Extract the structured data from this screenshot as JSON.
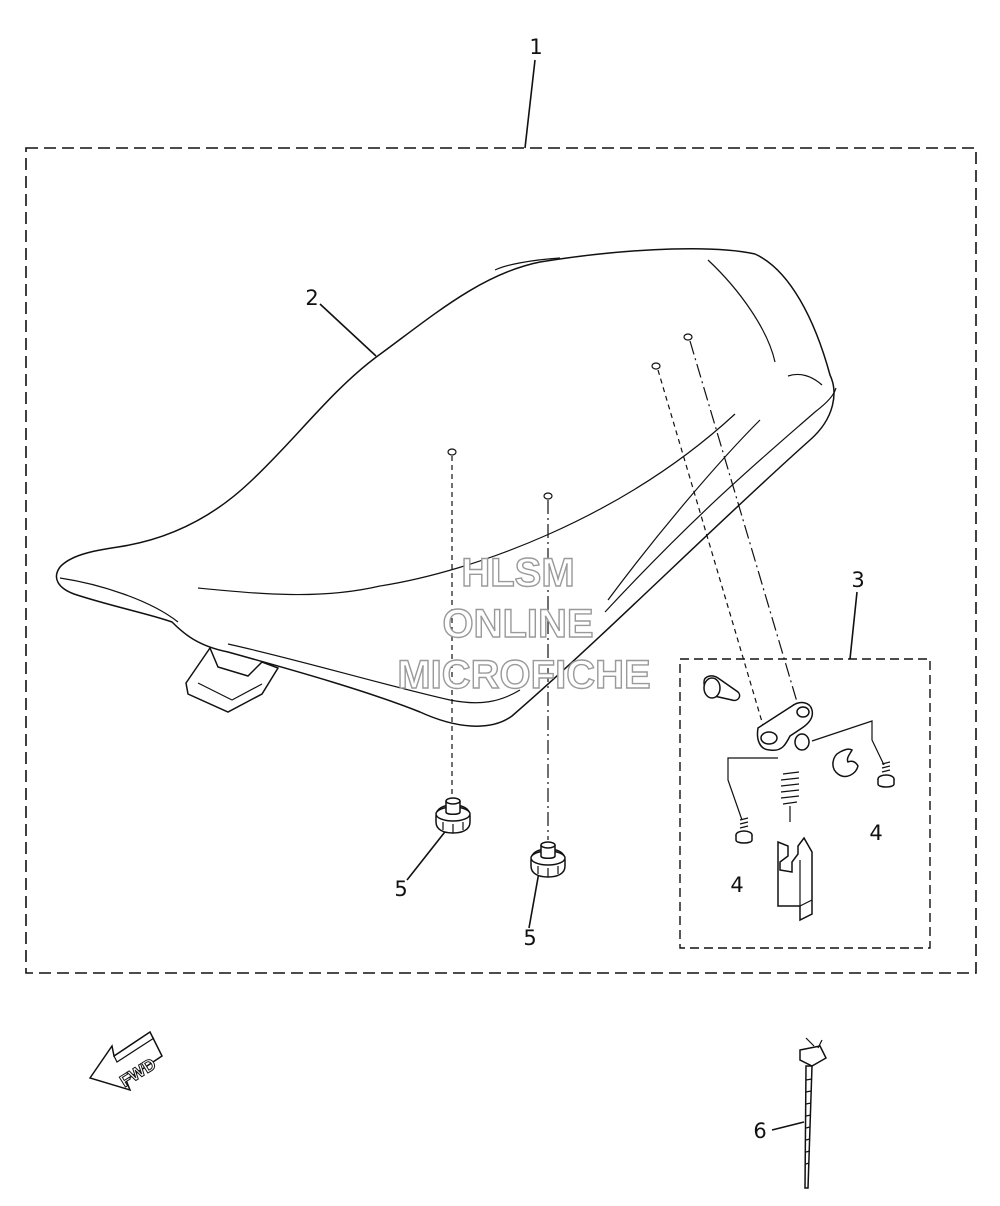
{
  "callouts": {
    "c1": "1",
    "c2": "2",
    "c3": "3",
    "c4a": "4",
    "c4b": "4",
    "c5a": "5",
    "c5b": "5",
    "c6": "6"
  },
  "watermark": {
    "line1": "HLSM",
    "line2": "ONLINE",
    "line3": "MICROFICHE"
  },
  "fwd_label": "FWD",
  "colors": {
    "line": "#111111",
    "watermark_outline": "#9a9a9a",
    "background": "#ffffff"
  }
}
